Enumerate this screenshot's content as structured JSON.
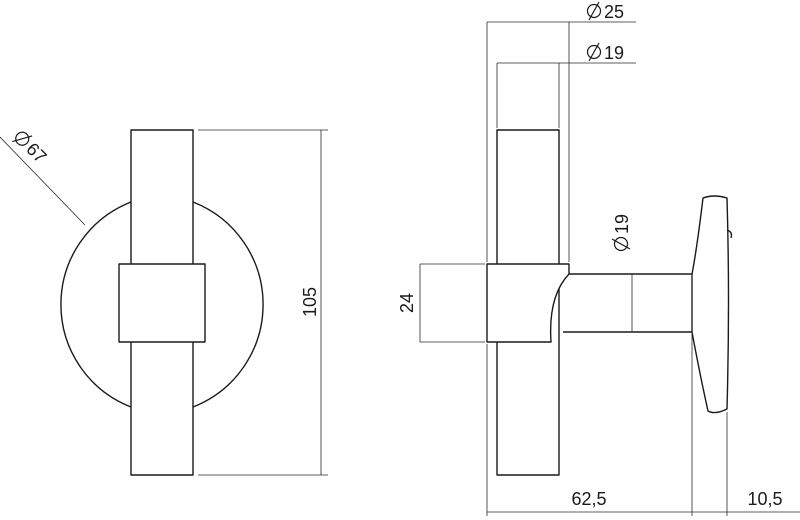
{
  "drawing": {
    "front_view": {
      "rosette_diameter": {
        "symbol": "⌀",
        "value": "67"
      },
      "height": {
        "value": "105"
      }
    },
    "side_view": {
      "bar_diameter_outer": {
        "symbol": "⌀",
        "value": "25"
      },
      "bar_diameter_inner": {
        "symbol": "⌀",
        "value": "19"
      },
      "shaft_diameter": {
        "symbol": "⌀",
        "value": "19"
      },
      "hub_height": {
        "value": "24"
      },
      "projection_length": {
        "value": "62,5"
      },
      "rosette_thickness": {
        "value": "10,5"
      }
    }
  }
}
